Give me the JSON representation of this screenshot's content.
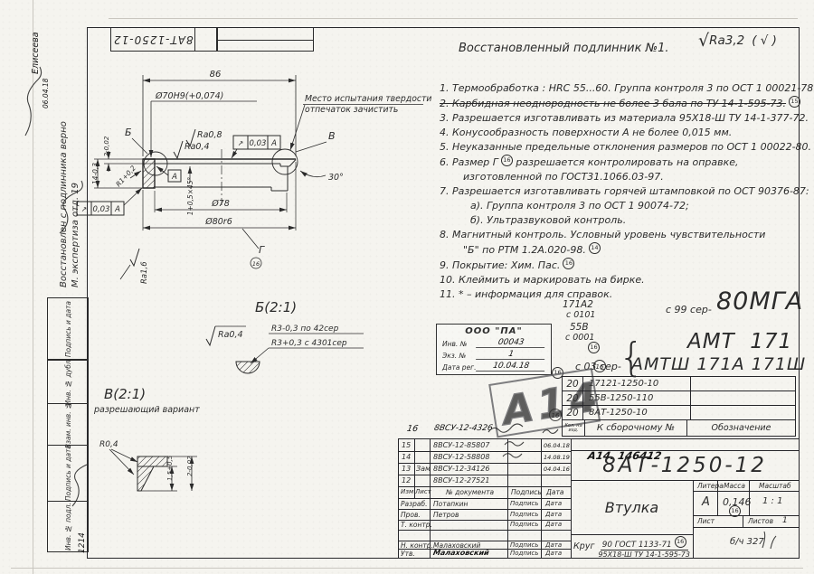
{
  "corner": {
    "doc_number": "8АТ-1250-12"
  },
  "left_margin": {
    "cert_line1": "Восстановлен с подлинника верно",
    "cert_line2": "М. экспертиза отд. 19",
    "approver_name": "Елисеева",
    "approver_date": "06.04.18",
    "box_labels": [
      "Подпись и дата",
      "Инв. № дубл.",
      "Взам. инв. №",
      "Подпись и дата",
      "Инв. № подл."
    ],
    "inv_podl_value": "1214"
  },
  "header": {
    "restored_note": "Восстановленный подлинник №1.",
    "roughness_check": "√",
    "roughness_value": "Ra3,2",
    "roughness_alt": "( √ )"
  },
  "tech_lines": [
    {
      "text": "1.  Термообработка : HRC 55...60. Группа контроля 3 по ОСТ 1 00021-78."
    },
    {
      "text": "2.  Карбидная неоднородность не более 3 бала по ТУ 14-1-595-73.",
      "flag": "15"
    },
    {
      "text": "3.  Разрешается изготавливать из материала 95Х18-Ш ТУ 14-1-377-72."
    },
    {
      "text": "4.  Конусообразность поверхности А не более 0,015 мм."
    },
    {
      "text": "5.  Неуказанные предельные отклонения размеров по ОСТ 1 00022-80."
    },
    {
      "text": "6.  Размер  Г",
      "flag": "16",
      "text2": " разрешается контролировать на оправке,"
    },
    {
      "text": "изготовленной по ГОСТ31.1066.03-97."
    },
    {
      "text": "7. Разрешается изготавливать горячей штамповкой по ОСТ  90376-87:"
    },
    {
      "text": "а). Группа контроля 3 по ОСТ 1 90074-72;"
    },
    {
      "text": "б). Ультразвуковой контроль."
    },
    {
      "text": "8.  Магнитный контроль. Условный уровень чувствительности"
    },
    {
      "text": "\"Б\" по РТМ 1.2А.020-98.",
      "flag": "14"
    },
    {
      "text": "9.  Покрытие: Хим. Пас.",
      "flag": "16"
    },
    {
      "text": "10. Клеймить и маркировать на бирке."
    },
    {
      "text": "11.  *  –  информация для справок."
    }
  ],
  "drawing": {
    "dim_86": "86",
    "dim_bore": "Ø70H9(+0,074)",
    "ra_08": "Ra0,8",
    "ra_04": "Ra0,4",
    "ra_16": "Ra1,6",
    "label_b": "Б",
    "label_v": "В",
    "angle_30": "30°",
    "note_hardness_1": "Место испытания твердости",
    "note_hardness_2": "отпечаток зачистить",
    "tol_sym": "↗",
    "tol_val": "0,03",
    "tol_datum": "А",
    "datum": "А",
    "dim_14": "14-0,3",
    "dim_2": "2-0,02",
    "dim_r1": "R1+0,2",
    "dim_chamfer": "1+0,5×45°",
    "dim_78": "Ø78",
    "dim_80": "Ø80r6",
    "label_g": "Г",
    "flag_g": "16",
    "detail_b_title": "Б(2:1)",
    "detail_b_ra": "Ra0,4",
    "detail_b_note1": "R3-0,3 по 42сер",
    "detail_b_note2": "R3+0,3 с 4301сер",
    "detail_v_title": "В(2:1)",
    "detail_v_sub": "разрешающий вариант",
    "detail_v_r": "R0,4",
    "detail_v_dim1": "1,5+0,5",
    "detail_v_dim2": "2-0,02"
  },
  "stamp_pa": {
    "org": "ООО \"ПА\"",
    "inv_label": "Инв. №",
    "inv_value": "00043",
    "copy_label": "Экз. №",
    "copy_value": "1",
    "reg_label": "Дата рег.",
    "reg_value": "10.04.18"
  },
  "series": {
    "code1": "171А2",
    "code1_from": "с 0101",
    "code2": "55В",
    "code2_from": "с 0001",
    "flag1": "16",
    "flag2": "16",
    "from_99": "с 99 сер-",
    "model_99": "80МГА",
    "from_03": "с 03 сер-",
    "brace": "{",
    "model_03a": "АМТ  171",
    "model_03b": "АМТШ 171А 171Ш"
  },
  "watermark": {
    "text": "А14",
    "flag_top": "16",
    "flag_bottom": "16"
  },
  "parts_table": {
    "rows": [
      {
        "qty": "20",
        "assembly": "17121-1250-10"
      },
      {
        "qty": "20",
        "assembly": "55В-1250-110"
      },
      {
        "qty": "20",
        "assembly": "8АТ-1250-10"
      }
    ],
    "qty_header": "Кол. на изд.",
    "assembly_header": "К сборочному №",
    "designation_header": "Обозначение",
    "handwritten_ref": "А14. 146412"
  },
  "title_block": {
    "doc_number": "8АТ-1250-12",
    "part_name": "Втулка",
    "litera_label": "Литера",
    "litera_value": "А",
    "mass_label": "Масса",
    "mass_value": "0,146",
    "mass_flag": "16",
    "scale_label": "Масштаб",
    "scale_value": "1 : 1",
    "sheet_label": "Лист",
    "sheets_label": "Листов",
    "sheets_value": "1",
    "material_prefix": "Круг",
    "material_top": "90 ГОСТ 1133-71",
    "material_flag": "16",
    "material_bottom": "95Х18-Ш ТУ 14-1-595-73",
    "order_note": "б/ч 327",
    "rev_extra": {
      "izm": "16",
      "doc": "8ВСУ-12-4326"
    },
    "revisions": [
      {
        "izm": "15",
        "zam": "",
        "doc": "8ВСУ-12-85807",
        "date": "06.04.18"
      },
      {
        "izm": "14",
        "zam": "",
        "doc": "8ВСУ-12-58808",
        "date": "14.08.19"
      },
      {
        "izm": "13",
        "zam": "Зам",
        "doc": "8ВСУ-12-34126",
        "date": "04.04.16"
      },
      {
        "izm": "12",
        "zam": "",
        "doc": "8ВСУ-12-27521",
        "date": ""
      }
    ],
    "header_cells": {
      "izm": "Изм",
      "list": "Лист",
      "doc": "№ документа",
      "sign": "Подпись",
      "date": "Дата"
    },
    "roles": [
      {
        "role": "Разраб.",
        "name": "Потапкин",
        "sign": "Подпись",
        "date": "Дата"
      },
      {
        "role": "Пров.",
        "name": "Петров",
        "sign": "Подпись",
        "date": "Дата"
      },
      {
        "role": "Т. контр.",
        "name": "",
        "sign": "Подпись",
        "date": "Дата"
      },
      {
        "role": "Н. контр.",
        "name": "Малаховский",
        "sign": "Подпись",
        "date": "Дата"
      },
      {
        "role": "Утв.",
        "name": "Малаховский",
        "sign": "Подпись",
        "date": "Дата"
      }
    ]
  }
}
